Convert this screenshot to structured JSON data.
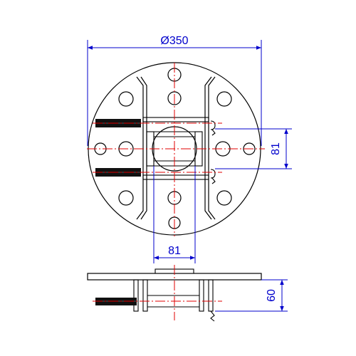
{
  "drawing": {
    "dimensions": {
      "diameter": "Ø350",
      "bottom_width": "81",
      "right_height": "81",
      "side_height": "60"
    },
    "colors": {
      "outline": "#000000",
      "dimension": "#0000cc",
      "centerline": "#e00000",
      "bolt_fill": "#111111"
    }
  }
}
